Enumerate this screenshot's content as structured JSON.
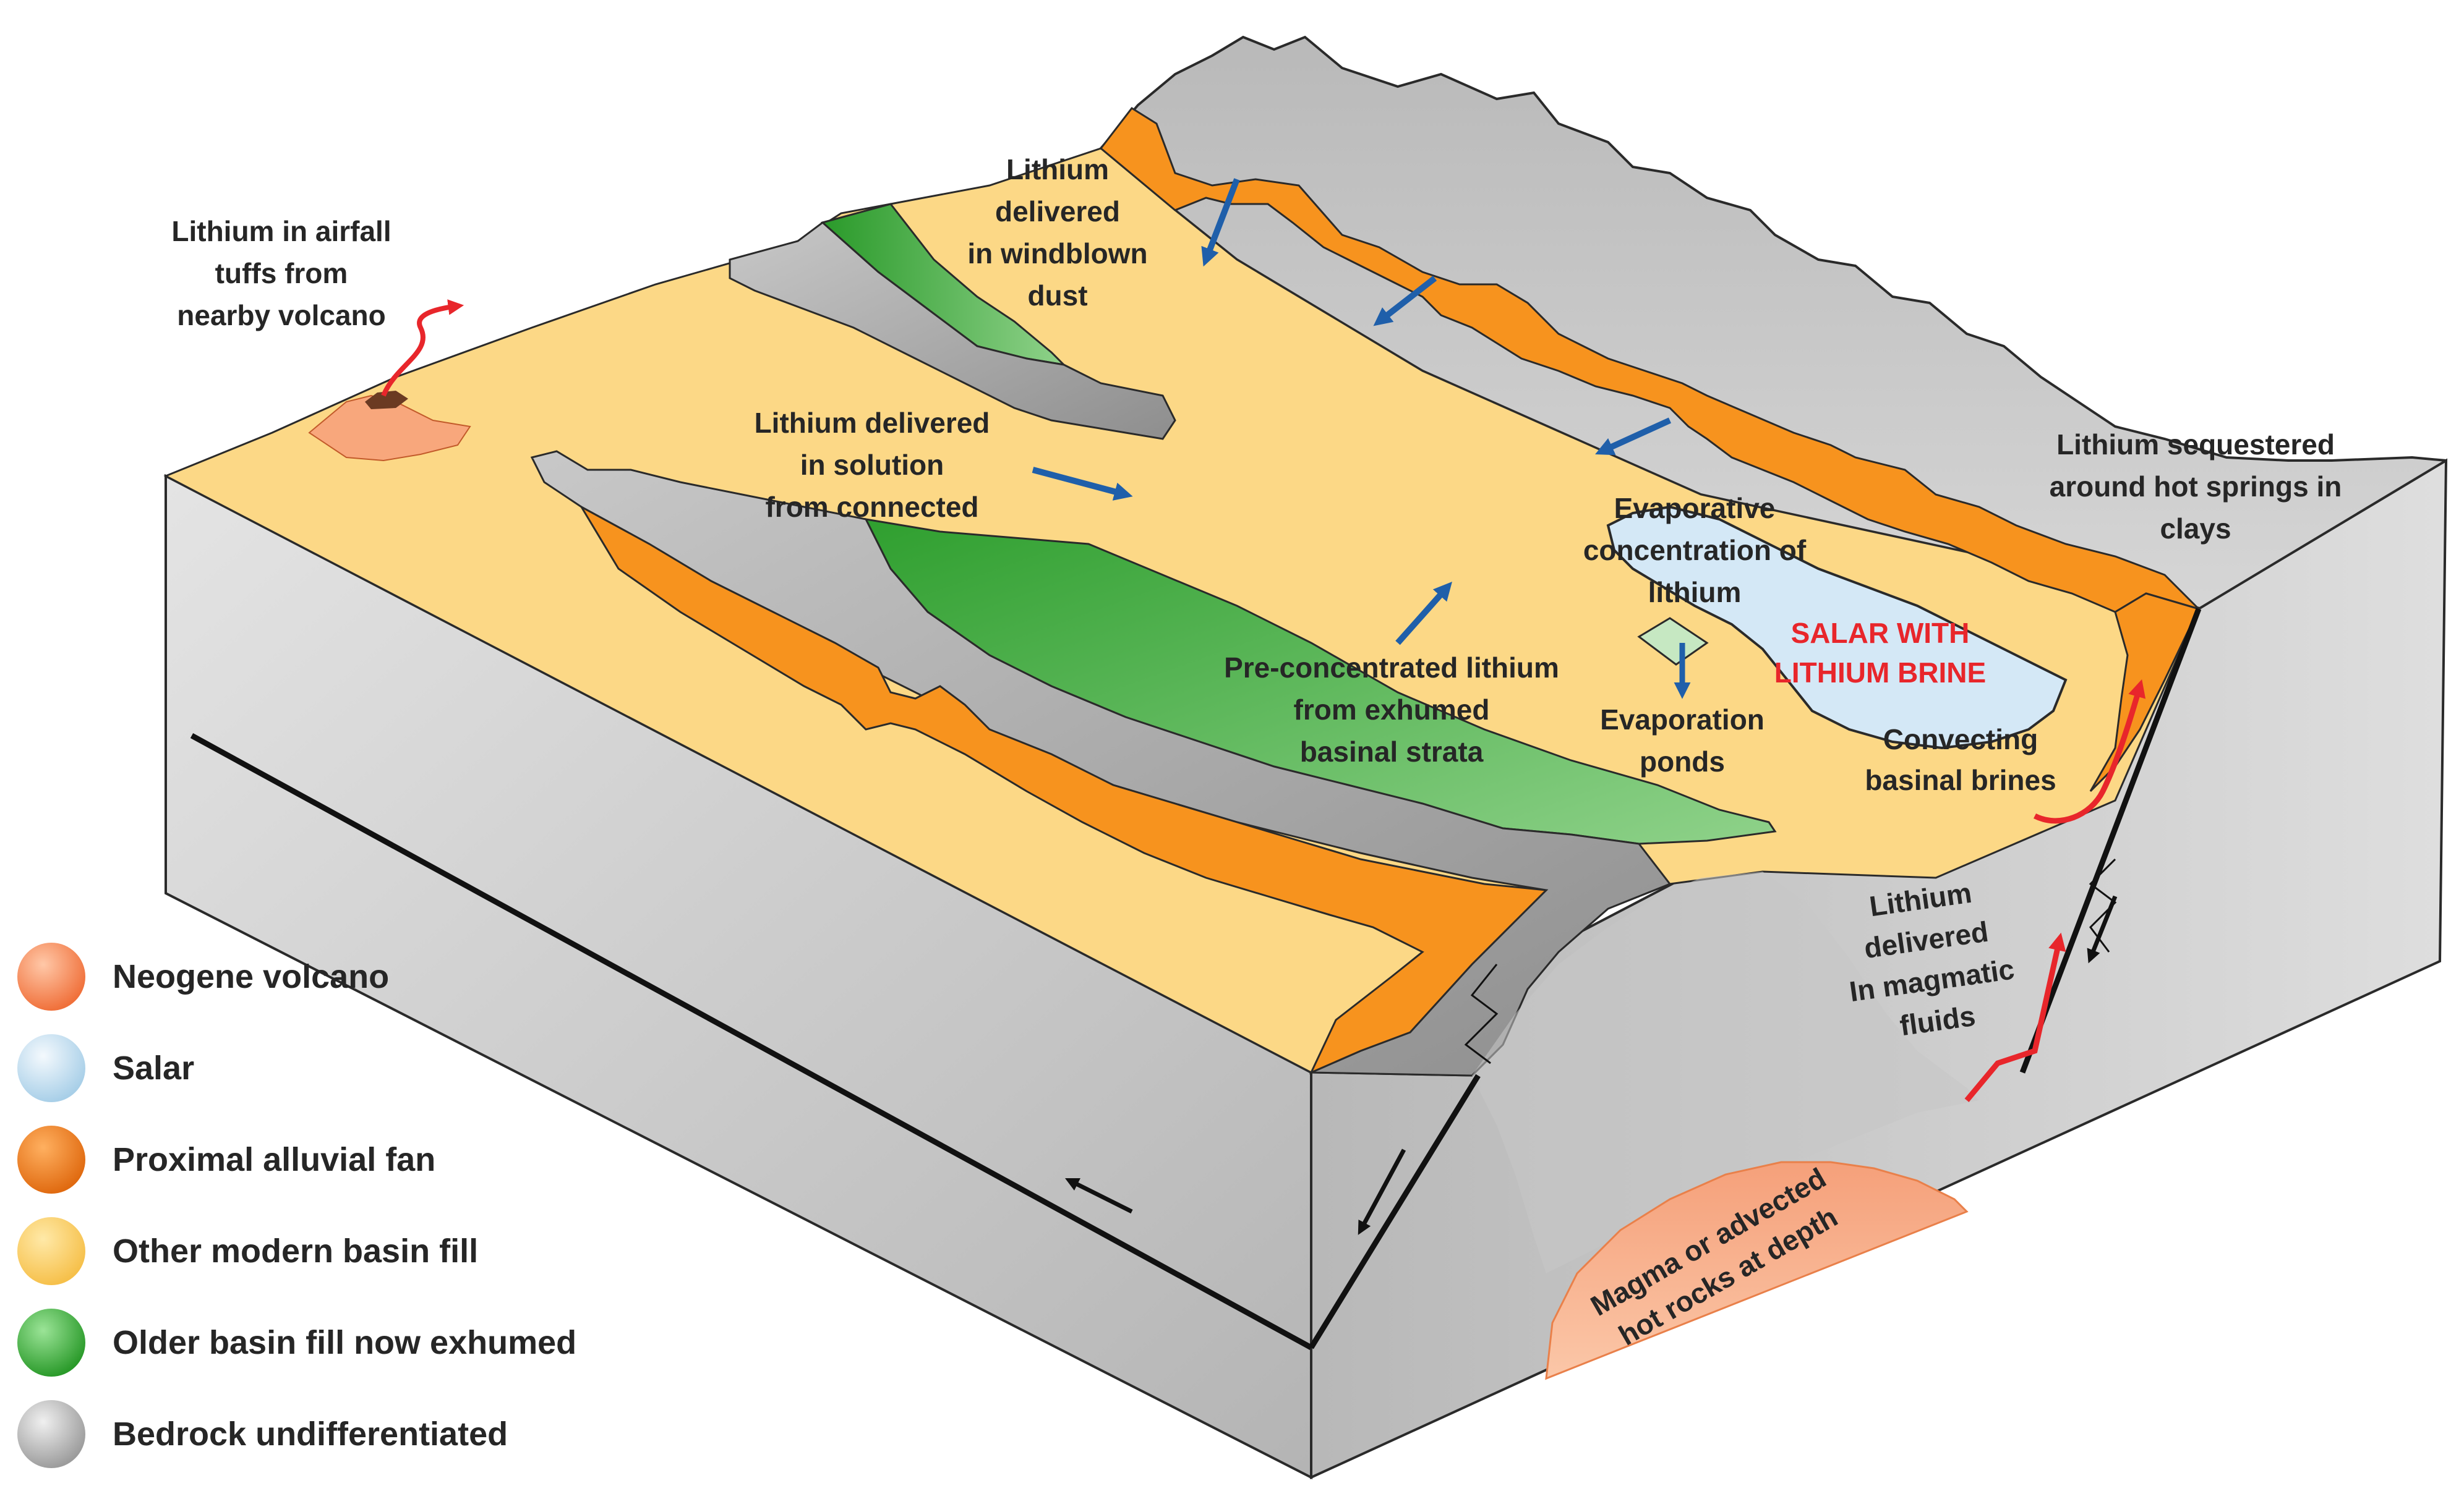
{
  "labels": {
    "airfall": [
      "Lithium in airfall",
      "tuffs from",
      "nearby volcano"
    ],
    "windblown": [
      "Lithium",
      "delivered",
      "in windblown",
      "dust"
    ],
    "solution": [
      "Lithium delivered",
      "in solution",
      "from connected"
    ],
    "evaporative": [
      "Evaporative",
      "concentration of",
      "lithium"
    ],
    "hot_springs": [
      "Lithium sequestered",
      "around hot springs in",
      "clays"
    ],
    "salar": [
      "SALAR WITH",
      "LITHIUM BRINE"
    ],
    "preconcentrated": [
      "Pre-concentrated lithium",
      "from exhumed",
      "basinal strata"
    ],
    "ponds": [
      "Evaporation",
      "ponds"
    ],
    "convecting": [
      "Convecting",
      "basinal brines"
    ],
    "magmatic": [
      "Lithium",
      "delivered",
      "In magmatic",
      "fluids"
    ],
    "magma": [
      "Magma or advected",
      "hot rocks at depth"
    ]
  },
  "legend": [
    {
      "label": "Neogene volcano",
      "color_top": "#ffb38a",
      "color_bottom": "#f0703a"
    },
    {
      "label": "Salar",
      "color_top": "#eef5fb",
      "color_bottom": "#a8cfe8"
    },
    {
      "label": "Proximal alluvial fan",
      "color_top": "#ffa04a",
      "color_bottom": "#e06a10"
    },
    {
      "label": "Other modern basin fill",
      "color_top": "#ffe08a",
      "color_bottom": "#f6c04a"
    },
    {
      "label": "Older basin fill now exhumed",
      "color_top": "#7ed67a",
      "color_bottom": "#2a9a2a"
    },
    {
      "label": "Bedrock undifferentiated",
      "color_top": "#e8e8e8",
      "color_bottom": "#9c9c9c"
    }
  ],
  "colors": {
    "arrow_blue": "#1f5faa",
    "arrow_red": "#e8262b",
    "salar_text": "#e8262b",
    "basin_fill": "#fcd886",
    "alluvial_fan": "#f7931e",
    "bedrock": "#c9c9c9",
    "older_fill": "#4cb14c",
    "salar": "#d4e8f6"
  }
}
